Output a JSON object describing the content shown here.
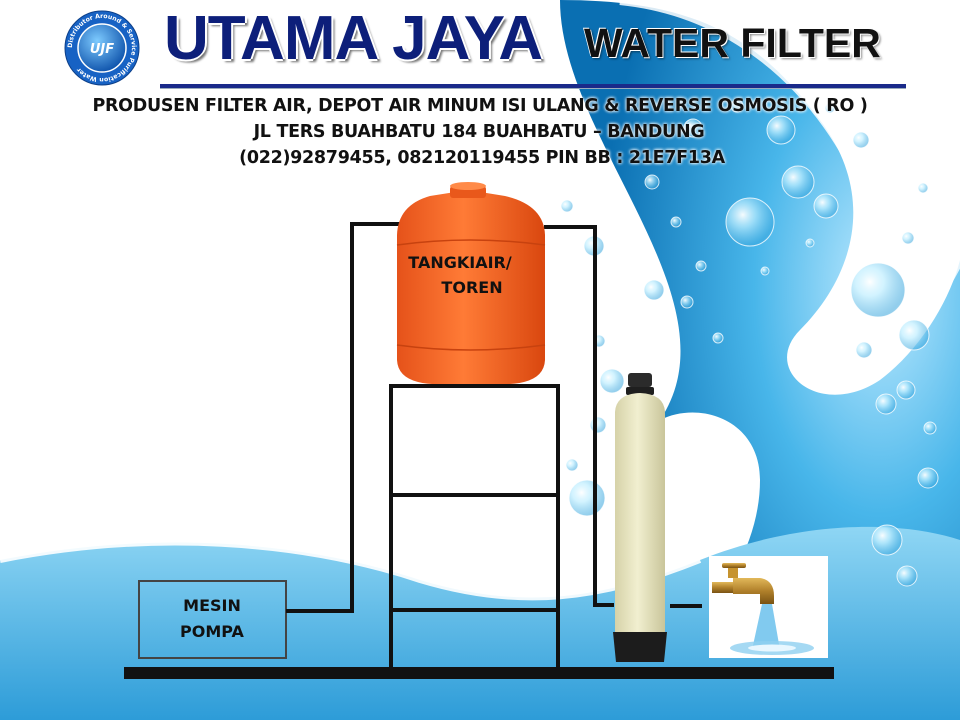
{
  "header": {
    "logo_text": "UJF",
    "logo_ring_text": "Distributor Around & Service Purification Water",
    "title": "UTAMA JAYA",
    "subtitle": "WATER FILTER",
    "taglines": [
      "PRODUSEN FILTER AIR, DEPOT AIR MINUM ISI ULANG & REVERSE OSMOSIS ( RO )",
      "JL TERS BUAHBATU 184 BUAHBATU – BANDUNG",
      "(022)92879455, 082120119455  PIN BB : 21E7F13A"
    ]
  },
  "diagram": {
    "tank_label": [
      "TANGKIAIR/",
      "TOREN"
    ],
    "pump_label": [
      "MESIN",
      "POMPA"
    ]
  },
  "colors": {
    "title_blue": "#0d1f7a",
    "tank_orange": "#f0621f",
    "filter_cream": "#e9e6bf",
    "pipe_black": "#111111",
    "water_blue": "#1e9fd9"
  }
}
